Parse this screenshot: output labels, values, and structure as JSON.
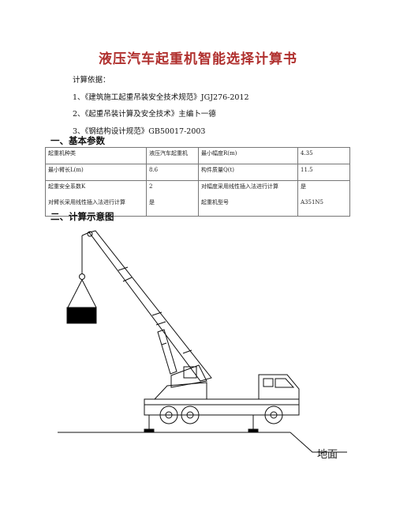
{
  "doc": {
    "title": "液压汽车起重机智能选择计算书",
    "basis_label": "计算依据：",
    "basis_items": [
      "1、《建筑施工起重吊装安全技术规范》JGJ276-2012",
      "2、《起重吊装计算及安全技术》主编卜一德",
      "3、《钢结构设计规范》GB50017-2003"
    ],
    "section1": "一、基本参数",
    "section2": "二、计算示意图"
  },
  "params": {
    "row1": {
      "k1": "起重机种类",
      "v1": "液压汽车起重机",
      "k2": "最小幅度R(m)",
      "v2": "4.35"
    },
    "row2": {
      "k1": "最小臂长L(m)",
      "v1": "8.6",
      "k2": "构件质量Q(t)",
      "v2": "11.5"
    },
    "row3": {
      "k1a": "起重安全系数K",
      "k1b": "对臂长采用线性插入法进行计算",
      "v1a": "2",
      "v1b": "是",
      "k2a": "对幅度采用线性插入法进行计算",
      "k2b": "起重机型号",
      "v2a": "是",
      "v2b": "A351N5"
    }
  },
  "diagram": {
    "ground_label": "地面"
  }
}
